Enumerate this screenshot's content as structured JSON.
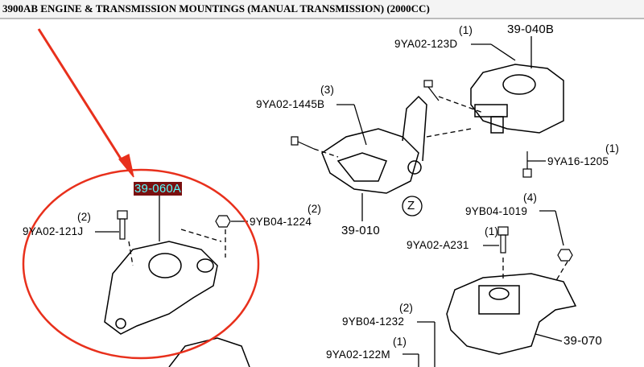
{
  "title": "3900AB  ENGINE & TRANSMISSION MOUNTINGS (MANUAL TRANSMISSION) (2000CC)",
  "colors": {
    "highlight_bg": "#7a1010",
    "highlight_text": "#55ffff",
    "annotation": "#e8301c"
  },
  "labels": {
    "p39_040B": "39-040B",
    "p9YA02_123D": "9YA02-123D",
    "q123D": "(1)",
    "p9YA02_1445B": "9YA02-1445B",
    "q1445B": "(3)",
    "p9YA16_1205": "9YA16-1205",
    "q1205": "(1)",
    "p39_060A": "39-060A",
    "p9YA02_121J": "9YA02-121J",
    "q121J": "(2)",
    "p9YB04_1224": "9YB04-1224",
    "q1224": "(2)",
    "z": "Z",
    "p39_010": "39-010",
    "p9YB04_1019": "9YB04-1019",
    "q1019": "(4)",
    "p9YA02_A231": "9YA02-A231",
    "qA231": "(1)",
    "p9YB04_1232": "9YB04-1232",
    "q1232": "(2)",
    "p39_070": "39-070",
    "p9YA02_122M": "9YA02-122M",
    "q122M": "(1)"
  }
}
